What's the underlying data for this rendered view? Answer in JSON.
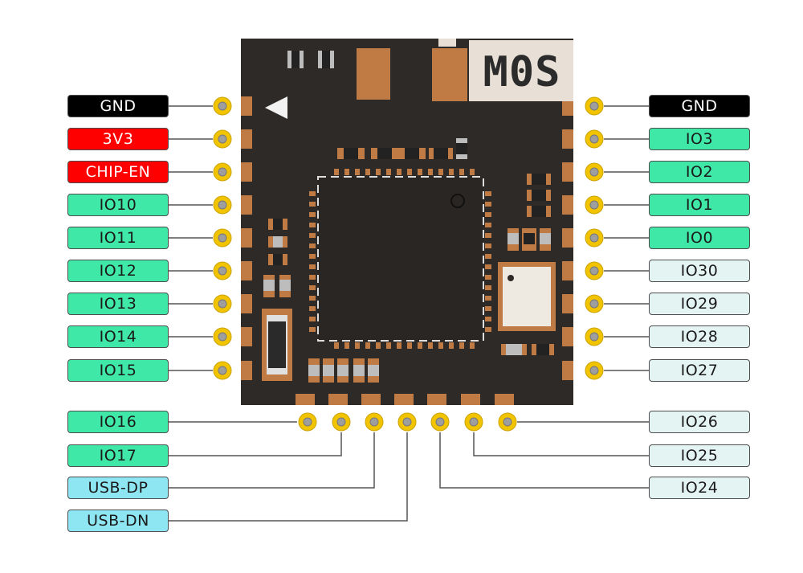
{
  "module": {
    "name": "M0S",
    "colors": {
      "pcb": "#2e2a27",
      "copper": "#c07a44",
      "pin": "#f2c400",
      "wire": "#555555"
    }
  },
  "left_pins": [
    {
      "label": "GND",
      "style": "black"
    },
    {
      "label": "3V3",
      "style": "red"
    },
    {
      "label": "CHIP-EN",
      "style": "red"
    },
    {
      "label": "IO10",
      "style": "green"
    },
    {
      "label": "IO11",
      "style": "green"
    },
    {
      "label": "IO12",
      "style": "green"
    },
    {
      "label": "IO13",
      "style": "green"
    },
    {
      "label": "IO14",
      "style": "green"
    },
    {
      "label": "IO15",
      "style": "green"
    }
  ],
  "right_pins": [
    {
      "label": "GND",
      "style": "black"
    },
    {
      "label": "IO3",
      "style": "green"
    },
    {
      "label": "IO2",
      "style": "green"
    },
    {
      "label": "IO1",
      "style": "green"
    },
    {
      "label": "IO0",
      "style": "green"
    },
    {
      "label": "IO30",
      "style": "pale"
    },
    {
      "label": "IO29",
      "style": "pale"
    },
    {
      "label": "IO28",
      "style": "pale"
    },
    {
      "label": "IO27",
      "style": "pale"
    }
  ],
  "bottom_left_pins": [
    {
      "label": "IO16",
      "style": "green"
    },
    {
      "label": "IO17",
      "style": "green"
    },
    {
      "label": "USB-DP",
      "style": "cyan"
    },
    {
      "label": "USB-DN",
      "style": "cyan"
    }
  ],
  "bottom_right_pins": [
    {
      "label": "IO24",
      "style": "pale"
    },
    {
      "label": "IO25",
      "style": "pale"
    },
    {
      "label": "IO26",
      "style": "pale"
    }
  ]
}
